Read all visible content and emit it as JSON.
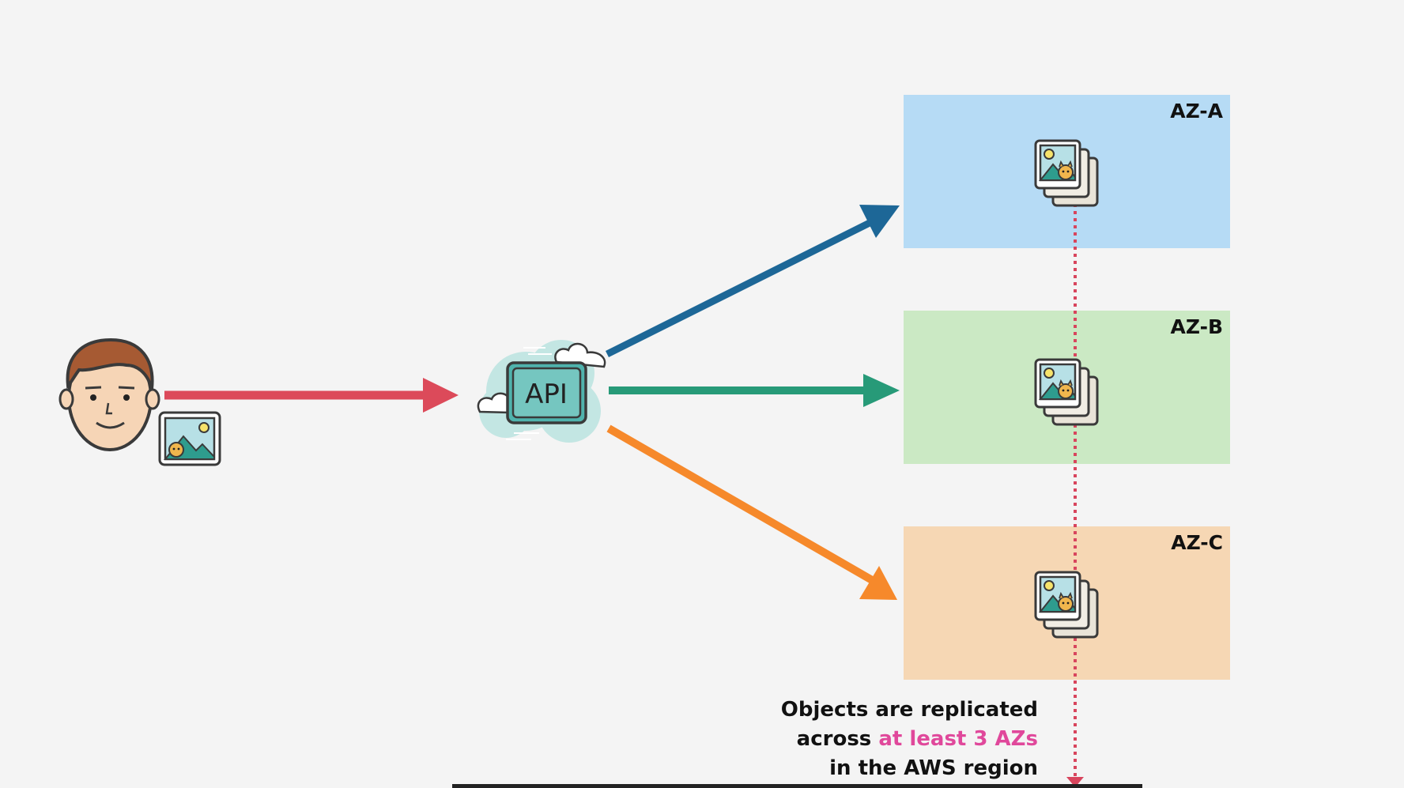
{
  "zones": [
    {
      "label": "AZ-A",
      "color": "#b6dbf5"
    },
    {
      "label": "AZ-B",
      "color": "#cbe9c4"
    },
    {
      "label": "AZ-C",
      "color": "#f6d7b4"
    }
  ],
  "api_label": "API",
  "caption": {
    "line1": "Objects are replicated",
    "line2_pre": "across ",
    "line2_highlight": "at least 3 AZs",
    "line3": "in the AWS region"
  },
  "colors": {
    "upload_arrow": "#dc4a5a",
    "arrow_az_a": "#1d6797",
    "arrow_az_b": "#279a78",
    "arrow_az_c": "#f6892b",
    "replication_line": "#d8455d",
    "highlight": "#e0489b"
  },
  "icons": [
    "user-avatar-icon",
    "image-file-icon",
    "api-cloud-icon",
    "image-stack-icon"
  ]
}
